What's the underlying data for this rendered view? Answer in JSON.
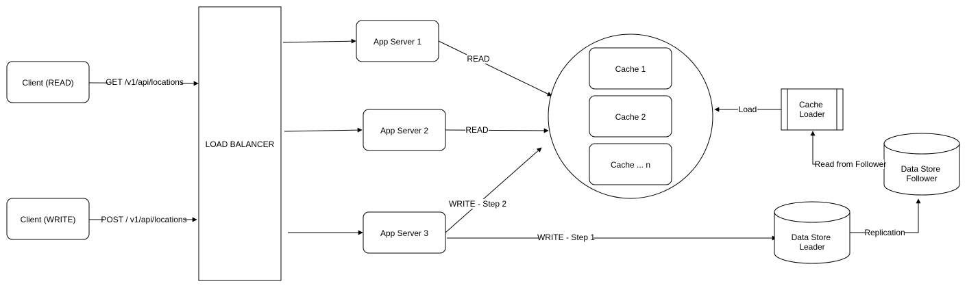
{
  "nodes": {
    "client_read": "Client (READ)",
    "client_write": "Client (WRITE)",
    "load_balancer": "LOAD BALANCER",
    "app_server_1": "App Server 1",
    "app_server_2": "App Server 2",
    "app_server_3": "App Server 3",
    "cache_1": "Cache 1",
    "cache_2": "Cache 2",
    "cache_n": "Cache ... n",
    "cache_loader": [
      "Cache",
      "Loader"
    ],
    "data_store_follower": [
      "Data Store",
      "Follower"
    ],
    "data_store_leader": [
      "Data Store",
      "Leader"
    ]
  },
  "edges": {
    "get_locations": "GET /v1/api/locations",
    "post_locations": "POST / v1/api/locations",
    "read_1": "READ",
    "read_2": "READ",
    "write_step_2": "WRITE - Step 2",
    "write_step_1": "WRITE - Step 1",
    "load": "Load",
    "read_from_follower": "Read from Follower",
    "replication": "Replication"
  }
}
